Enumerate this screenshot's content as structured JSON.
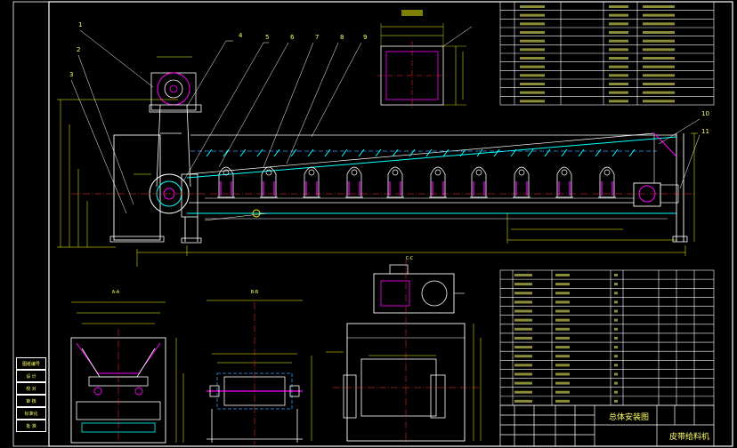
{
  "title_block": {
    "drawing_title": "总体安装图",
    "machine_name": "皮带给料机"
  },
  "side_stamps": [
    "图纸编号",
    "设 计",
    "校 对",
    "审 核",
    "标准化",
    "批 准"
  ],
  "top_table_rows": 12,
  "bom_rows": 15,
  "balloon_numbers": [
    "1",
    "2",
    "3",
    "4",
    "5",
    "6",
    "7",
    "8",
    "9",
    "10",
    "11"
  ],
  "section_labels": [
    "A-A",
    "B-B",
    "C-C"
  ],
  "colors": {
    "background": "#000000",
    "frame": "#ffffff",
    "outline": "#ffffff",
    "dimension": "#ffff00",
    "part": "#ff00ff",
    "belt": "#00ffff",
    "centerline": "#ff3333",
    "hidden": "#3399ff",
    "text": "#ffff66"
  }
}
